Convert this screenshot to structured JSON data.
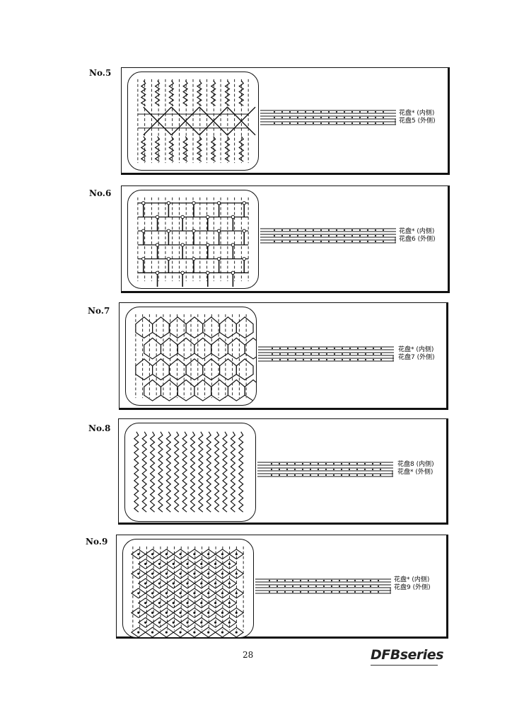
{
  "patterns": [
    {
      "label": "No.5",
      "inner": "花盘* (内侧)",
      "outer": "花盘5 (外侧)",
      "style": "cross"
    },
    {
      "label": "No.6",
      "inner": "花盘* (内侧)",
      "outer": "花盘6 (外侧)",
      "style": "brick"
    },
    {
      "label": "No.7",
      "inner": "花盘* (内侧)",
      "outer": "花盘7 (外侧)",
      "style": "hex"
    },
    {
      "label": "No.8",
      "inner": "花盘8 (内侧)",
      "outer": "花盘* (外侧)",
      "style": "zigzag"
    },
    {
      "label": "No.9",
      "inner": "花盘* (内侧)",
      "outer": "花盘9 (外侧)",
      "style": "honeycomb"
    }
  ],
  "footer": {
    "page_number": "28",
    "brand": "DFBseries"
  }
}
